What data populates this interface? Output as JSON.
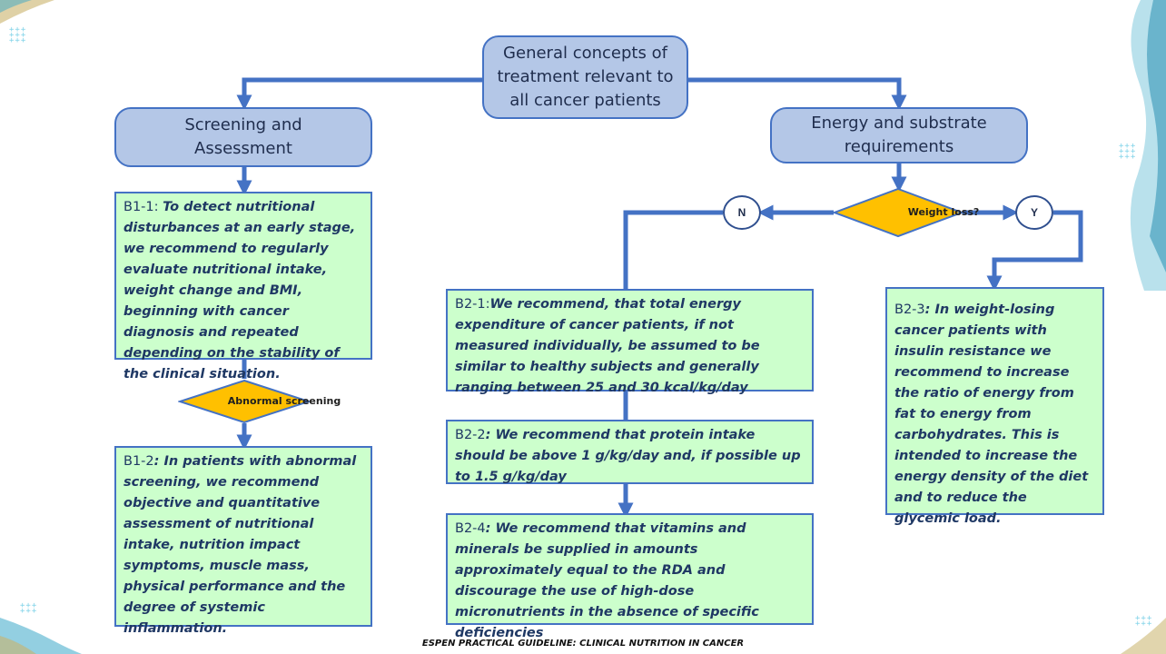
{
  "top": {
    "title": "General concepts of treatment relevant to all cancer patients"
  },
  "left_header": {
    "title": "Screening and Assessment"
  },
  "right_header": {
    "title": "Energy and substrate requirements"
  },
  "b1_1": {
    "code": "B1-1: ",
    "text": "To detect nutritional disturbances at an early stage, we recommend to regularly evaluate nutritional intake, weight change and BMI, beginning with cancer diagnosis and repeated depending on the stability of the clinical situation."
  },
  "abnormal": {
    "label": "Abnormal screening"
  },
  "b1_2": {
    "code": "B1-2",
    "text": ": In patients with abnormal screening, we recommend objective and quantitative assessment of nutritional intake, nutrition impact symptoms, muscle mass, physical performance and the degree of systemic inflammation."
  },
  "weight_loss": {
    "label": "Weight loss?"
  },
  "no": {
    "label": "N"
  },
  "yes": {
    "label": "Y"
  },
  "b2_1": {
    "code": "B2-1:",
    "text": "We recommend, that total energy expenditure of cancer patients, if not measured individually, be assumed to be similar to healthy subjects and generally ranging between 25 and 30 kcal/kg/day"
  },
  "b2_2": {
    "code": "B2-2",
    "text": ": We recommend that protein intake should be above 1 g/kg/day and, if possible up to 1.5 g/kg/day"
  },
  "b2_4": {
    "code": "B2-4",
    "text": ": We recommend that vitamins and minerals be supplied in amounts approximately equal to the RDA and discourage the use of high-dose micronutrients in the absence of specific deficiencies"
  },
  "b2_3": {
    "code": "B2-3",
    "text": ": In weight-losing cancer patients with insulin resistance we recommend to increase the ratio of energy from fat to energy from carbohydrates. This is intended to increase the energy density of the diet and to reduce the glycemic load."
  },
  "footer": {
    "text": "ESPEN PRACTICAL GUIDELINE: CLINICAL NUTRITION IN CANCER"
  },
  "colors": {
    "arrow": "#4472c4",
    "header_fill": "#b4c7e7",
    "rec_fill": "#ccffcc",
    "diamond_fill": "#ffc000"
  }
}
